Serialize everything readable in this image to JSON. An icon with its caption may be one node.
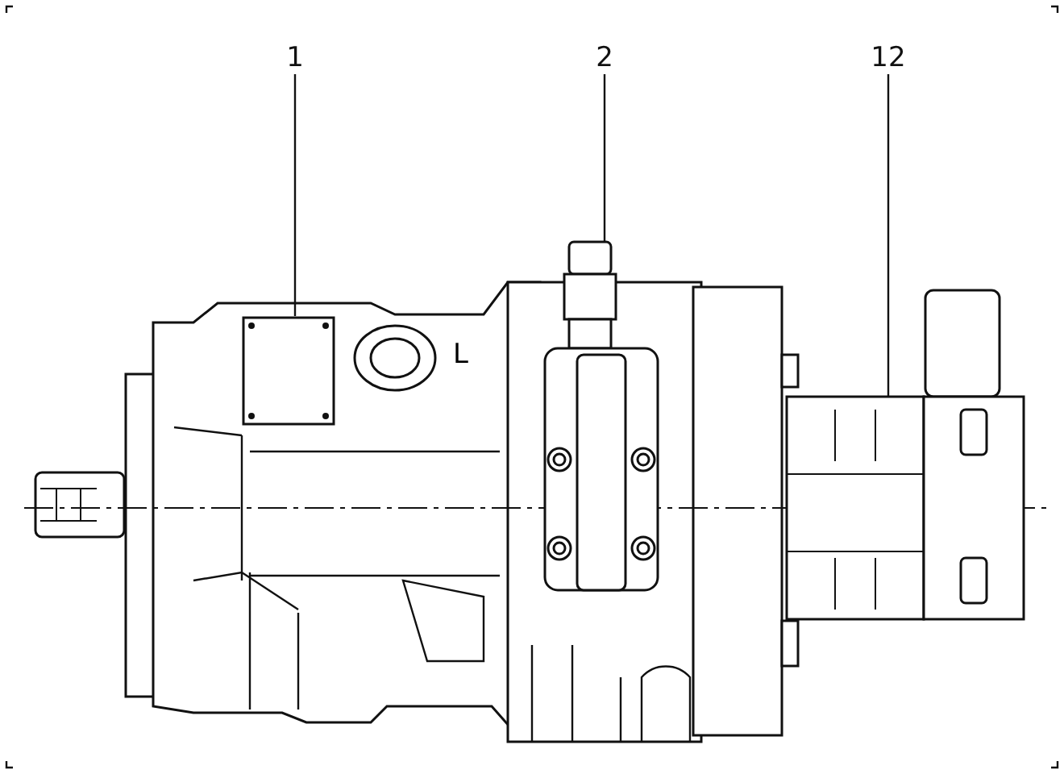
{
  "diagram": {
    "nodes": [
      {
        "text": [
          "1"
        ]
      },
      {
        "text": [
          "2"
        ]
      },
      {
        "text": [
          "12"
        ]
      },
      {
        "text": [],
        "shape": "box"
      },
      {
        "text": [],
        "shape": "picture"
      },
      {
        "text": [],
        "shape": "picture"
      }
    ],
    "edges": [
      {
        "from": 0,
        "to": 3,
        "arrow": "none"
      },
      {
        "from": 1,
        "to": 4,
        "arrow": "none"
      },
      {
        "from": 2,
        "to": 5,
        "arrow": "none"
      }
    ],
    "labels": [
      "L"
    ]
  }
}
